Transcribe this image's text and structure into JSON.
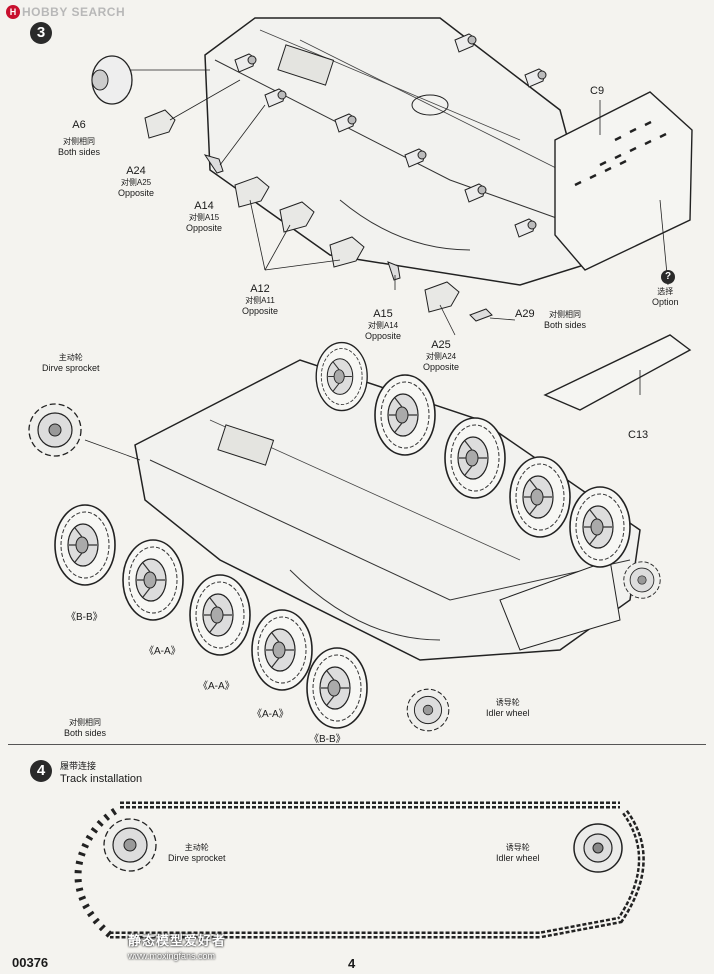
{
  "header": {
    "logo_text": "HOBBY SEARCH",
    "logo_mark": "H"
  },
  "step3": {
    "number": "3",
    "labels": {
      "a6": {
        "code": "A6",
        "cn": "对侧相同",
        "en": "Both sides"
      },
      "a24": {
        "code": "A24",
        "cn": "对侧A25",
        "en": "Opposite"
      },
      "a14": {
        "code": "A14",
        "cn": "对侧A15",
        "en": "Opposite"
      },
      "a12": {
        "code": "A12",
        "cn": "对侧A11",
        "en": "Opposite"
      },
      "a15": {
        "code": "A15",
        "cn": "对侧A14",
        "en": "Opposite"
      },
      "a25": {
        "code": "A25",
        "cn": "对侧A24",
        "en": "Opposite"
      },
      "a29": {
        "code": "A29",
        "cn": "对侧相同",
        "en": "Both sides"
      },
      "c9": {
        "code": "C9"
      },
      "option": {
        "mark": "?",
        "cn": "选择",
        "en": "Option"
      },
      "c13": {
        "code": "C13"
      },
      "sprocket": {
        "cn": "主动轮",
        "en": "Dirve sprocket"
      },
      "idler": {
        "cn": "诱导轮",
        "en": "Idler wheel"
      },
      "bb1": "《B-B》",
      "aa1": "《A-A》",
      "aa2": "《A-A》",
      "aa3": "《A-A》",
      "bb2": "《B-B》",
      "bothsides": {
        "cn": "对侧相同",
        "en": "Both sides"
      }
    }
  },
  "step4": {
    "number": "4",
    "title_cn": "履带连接",
    "title_en": "Track installation",
    "sprocket": {
      "cn": "主动轮",
      "en": "Dirve sprocket"
    },
    "idler": {
      "cn": "诱导轮",
      "en": "Idler wheel"
    }
  },
  "footer": {
    "catalog_no": "00376",
    "page_no": "4",
    "watermark_cn": "静态模型爱好者",
    "watermark_url": "www.moxingfans.com"
  }
}
